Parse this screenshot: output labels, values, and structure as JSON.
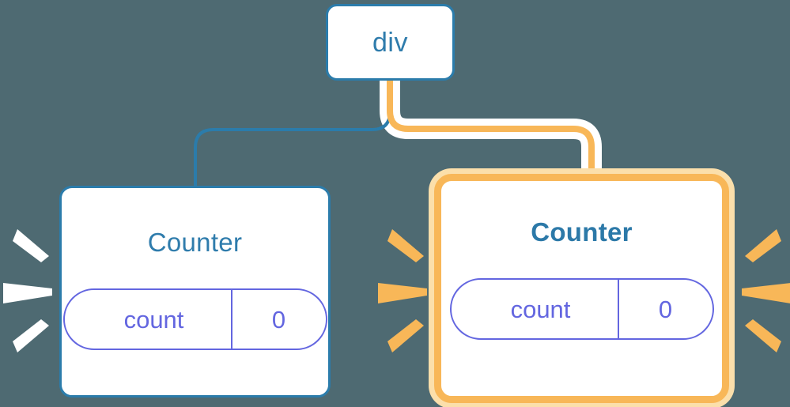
{
  "diagram": {
    "title": "React component tree re-render highlight",
    "background_color": "#4e6a72",
    "blue_color": "#2b7cab",
    "amber_color": "#f8b758",
    "amber_halo_color": "#fbdfab",
    "purple_color": "#6366e0",
    "white": "#ffffff"
  },
  "root": {
    "label": "div"
  },
  "counters": [
    {
      "id": "counter-left",
      "title": "Counter",
      "highlighted": false,
      "state": {
        "key": "count",
        "value": "0"
      },
      "burst_color": "#ffffff",
      "burst_count": 3
    },
    {
      "id": "counter-right",
      "title": "Counter",
      "highlighted": true,
      "state": {
        "key": "count",
        "value": "0"
      },
      "burst_color": "#f8b758",
      "burst_count": 3
    }
  ],
  "connectors": [
    {
      "id": "root-to-left",
      "color": "#2b7cab",
      "highlighted": false
    },
    {
      "id": "root-to-right",
      "color": "#f8b758",
      "highlighted": true
    }
  ],
  "bursts": [
    {
      "id": "burst-left",
      "color": "#ffffff",
      "direction": "right"
    },
    {
      "id": "burst-mid",
      "color": "#f8b758",
      "direction": "right"
    },
    {
      "id": "burst-right",
      "color": "#f8b758",
      "direction": "left"
    }
  ]
}
